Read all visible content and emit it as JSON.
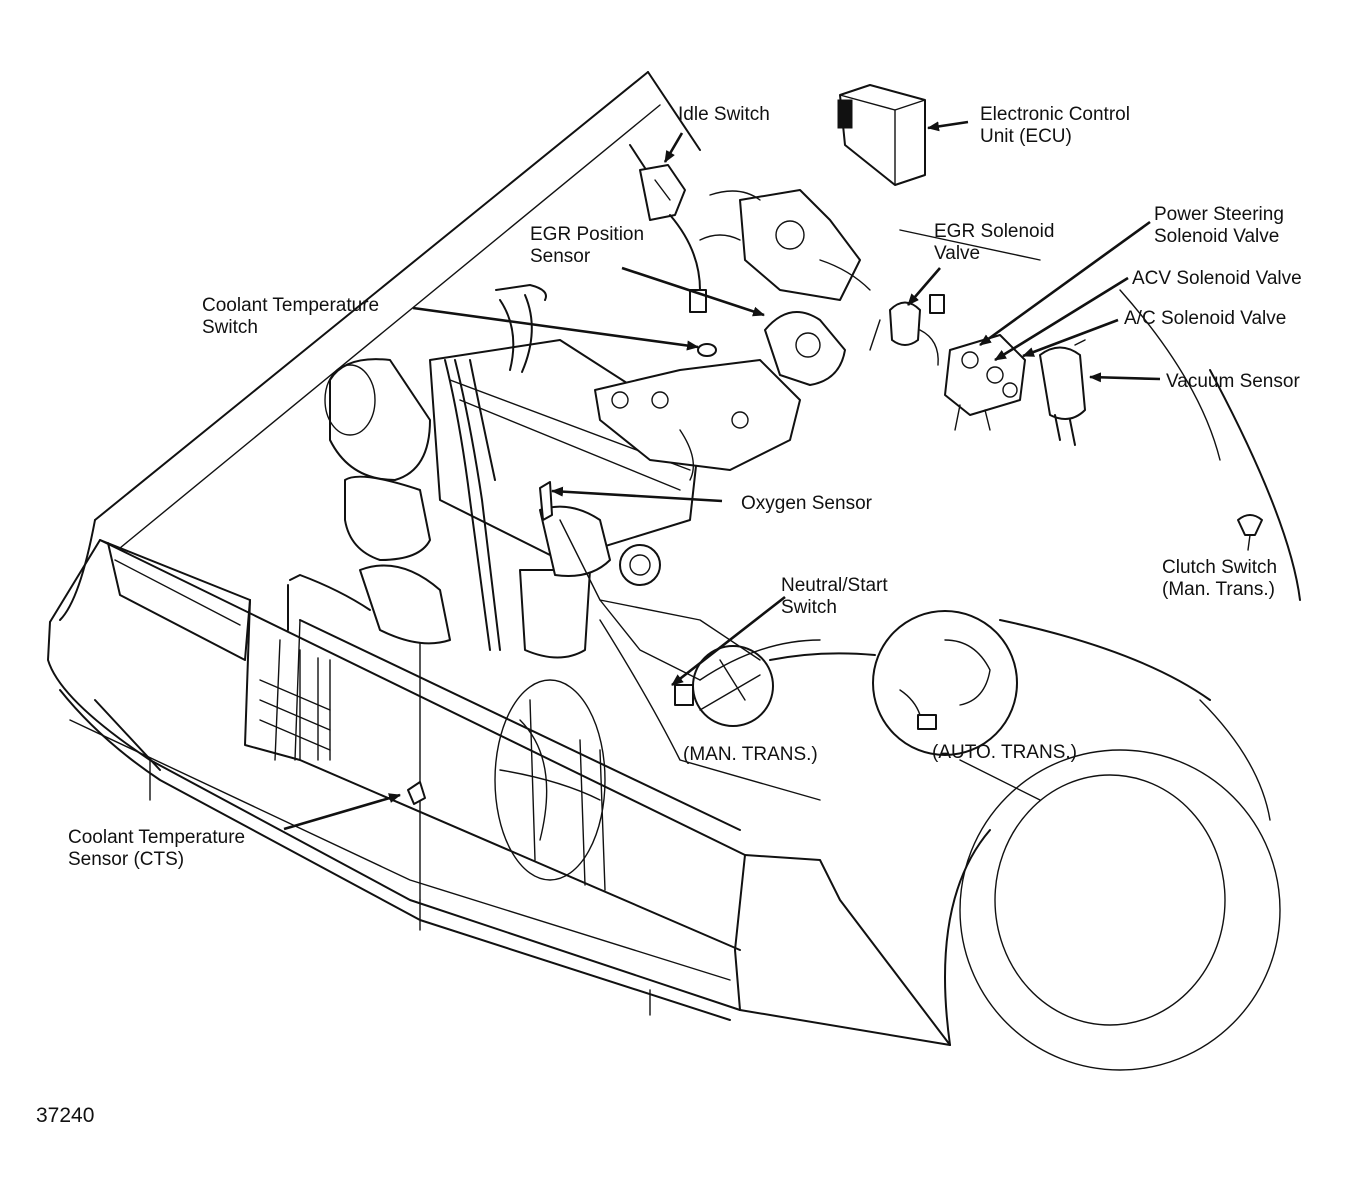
{
  "diagram": {
    "labels": {
      "idle_switch": "Idle Switch",
      "ecu": [
        "Electronic Control",
        "Unit (ECU)"
      ],
      "egr_position_sensor": [
        "EGR Position",
        "Sensor"
      ],
      "coolant_temperature_switch": [
        "Coolant Temperature",
        "Switch"
      ],
      "egr_solenoid_valve": [
        "EGR Solenoid",
        "Valve"
      ],
      "power_steering_solenoid_valve": [
        "Power Steering",
        "Solenoid Valve"
      ],
      "acv_solenoid_valve": "ACV Solenoid Valve",
      "ac_solenoid_valve": "A/C Solenoid Valve",
      "vacuum_sensor": "Vacuum Sensor",
      "oxygen_sensor": "Oxygen Sensor",
      "clutch_switch": [
        "Clutch Switch",
        "(Man. Trans.)"
      ],
      "neutral_start_switch": [
        "Neutral/Start",
        "Switch"
      ],
      "man_trans": "(MAN. TRANS.)",
      "auto_trans": "(AUTO. TRANS.)",
      "coolant_temperature_sensor": [
        "Coolant Temperature",
        "Sensor (CTS)"
      ]
    },
    "figure_number": "37240",
    "colors": {
      "ink": "#111111",
      "paper": "#ffffff"
    }
  }
}
